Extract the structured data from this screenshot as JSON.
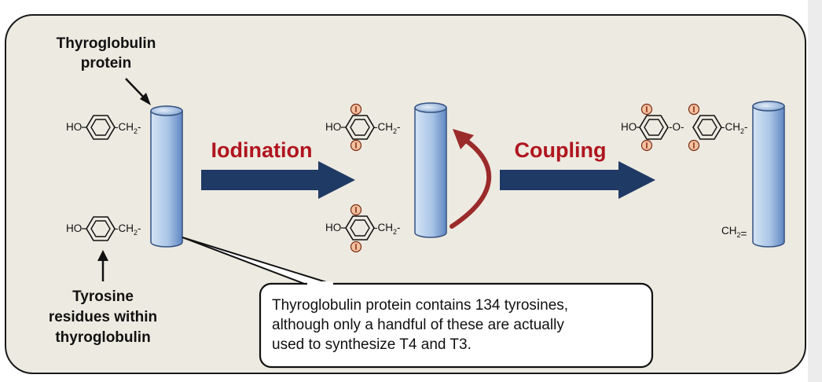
{
  "labels": {
    "protein_label_line1": "Thyroglobulin",
    "protein_label_line2": "protein",
    "tyrosine_label_line1": "Tyrosine",
    "tyrosine_label_line2": "residues within",
    "tyrosine_label_line3": "thyroglobulin"
  },
  "steps": {
    "iodination": "Iodination",
    "coupling": "Coupling"
  },
  "chem": {
    "ho": "HO",
    "ch2_left": "-CH",
    "ch2_sub": "2",
    "ch2_tail": "-",
    "o_link": "-O-",
    "ch2_eq": "CH",
    "ch2_eq_tail": "=",
    "iodine": "I"
  },
  "callout": {
    "line1": "Thyroglobulin protein contains 134 tyrosines,",
    "line2": "although only a handful of these are actually",
    "line3": "used to synthesize T4 and T3."
  },
  "colors": {
    "arrow_blue": "#1f3a64",
    "step_red": "#b0151e",
    "curved_arrow": "#9b2b2b",
    "cylinder_light": "#d3e2f3",
    "cylinder_dark": "#5f86c2",
    "iodine_fill": "#f5c3a2",
    "panel_bg": "#edeae1"
  }
}
